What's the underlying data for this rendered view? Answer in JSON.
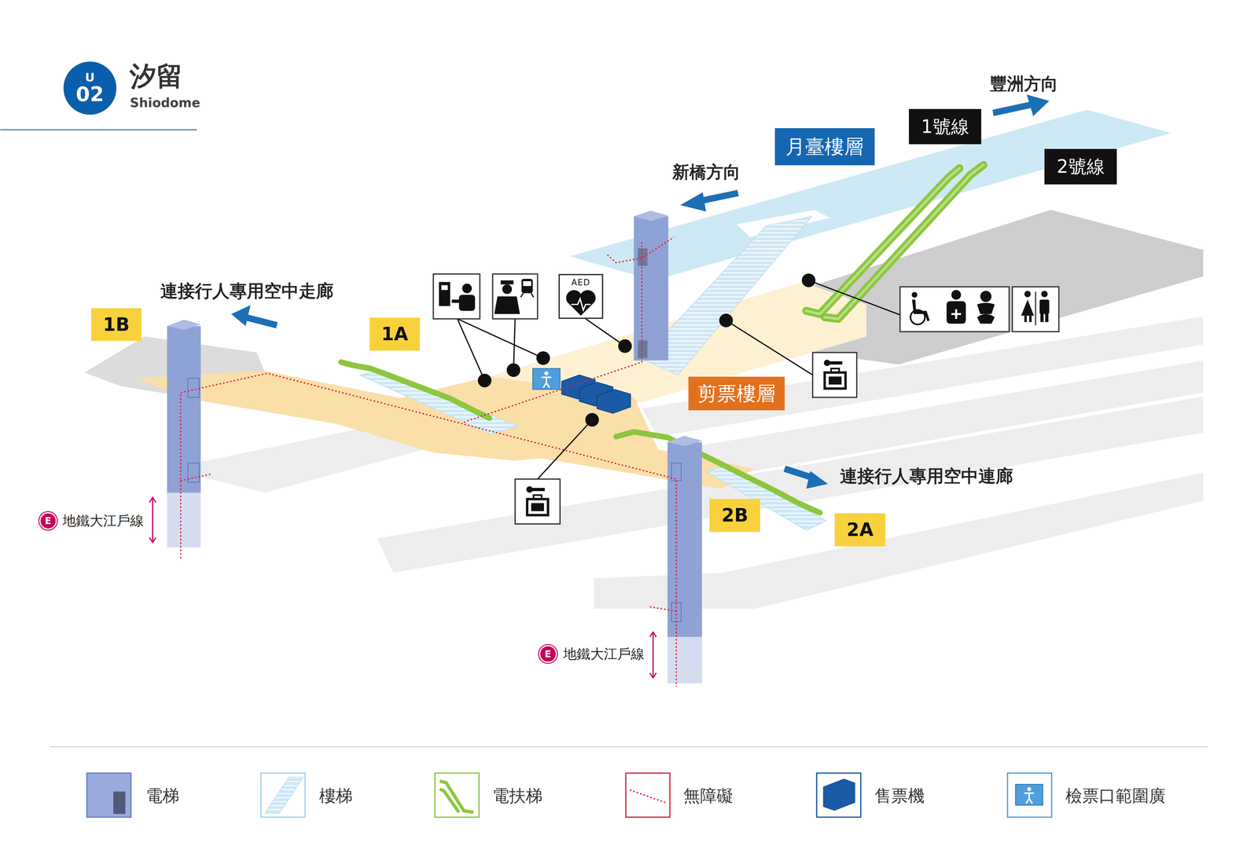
{
  "diagram": {
    "title": "汐留",
    "nodes": [
      {
        "text": [
          "U",
          "02"
        ]
      },
      {
        "text": [
          "1號線"
        ]
      },
      {
        "text": [
          "月臺樓層"
        ]
      },
      {
        "text": [
          "2號線"
        ]
      },
      {
        "text": [
          "AED"
        ]
      },
      {
        "text": [
          "1B"
        ]
      },
      {
        "text": [
          "1A"
        ]
      },
      {
        "text": [
          "剪票樓層"
        ]
      },
      {
        "text": [
          "2B"
        ]
      },
      {
        "text": [
          "2A"
        ]
      },
      {
        "text": [
          "E"
        ]
      },
      {
        "text": [
          "E"
        ]
      }
    ],
    "labels": [
      "Shiodome",
      "豐洲方向",
      "新橋方向",
      "連接行人專用空中走廊",
      "地鐵大江戶線",
      "連接行人專用空中連廊",
      "地鐵大江戶線"
    ],
    "legend": [
      {
        "text": "電梯"
      },
      {
        "text": "樓梯"
      },
      {
        "text": "電扶梯"
      },
      {
        "text": "無障礙"
      },
      {
        "text": "售票機"
      },
      {
        "text": "檢票口範圍廣"
      }
    ]
  }
}
